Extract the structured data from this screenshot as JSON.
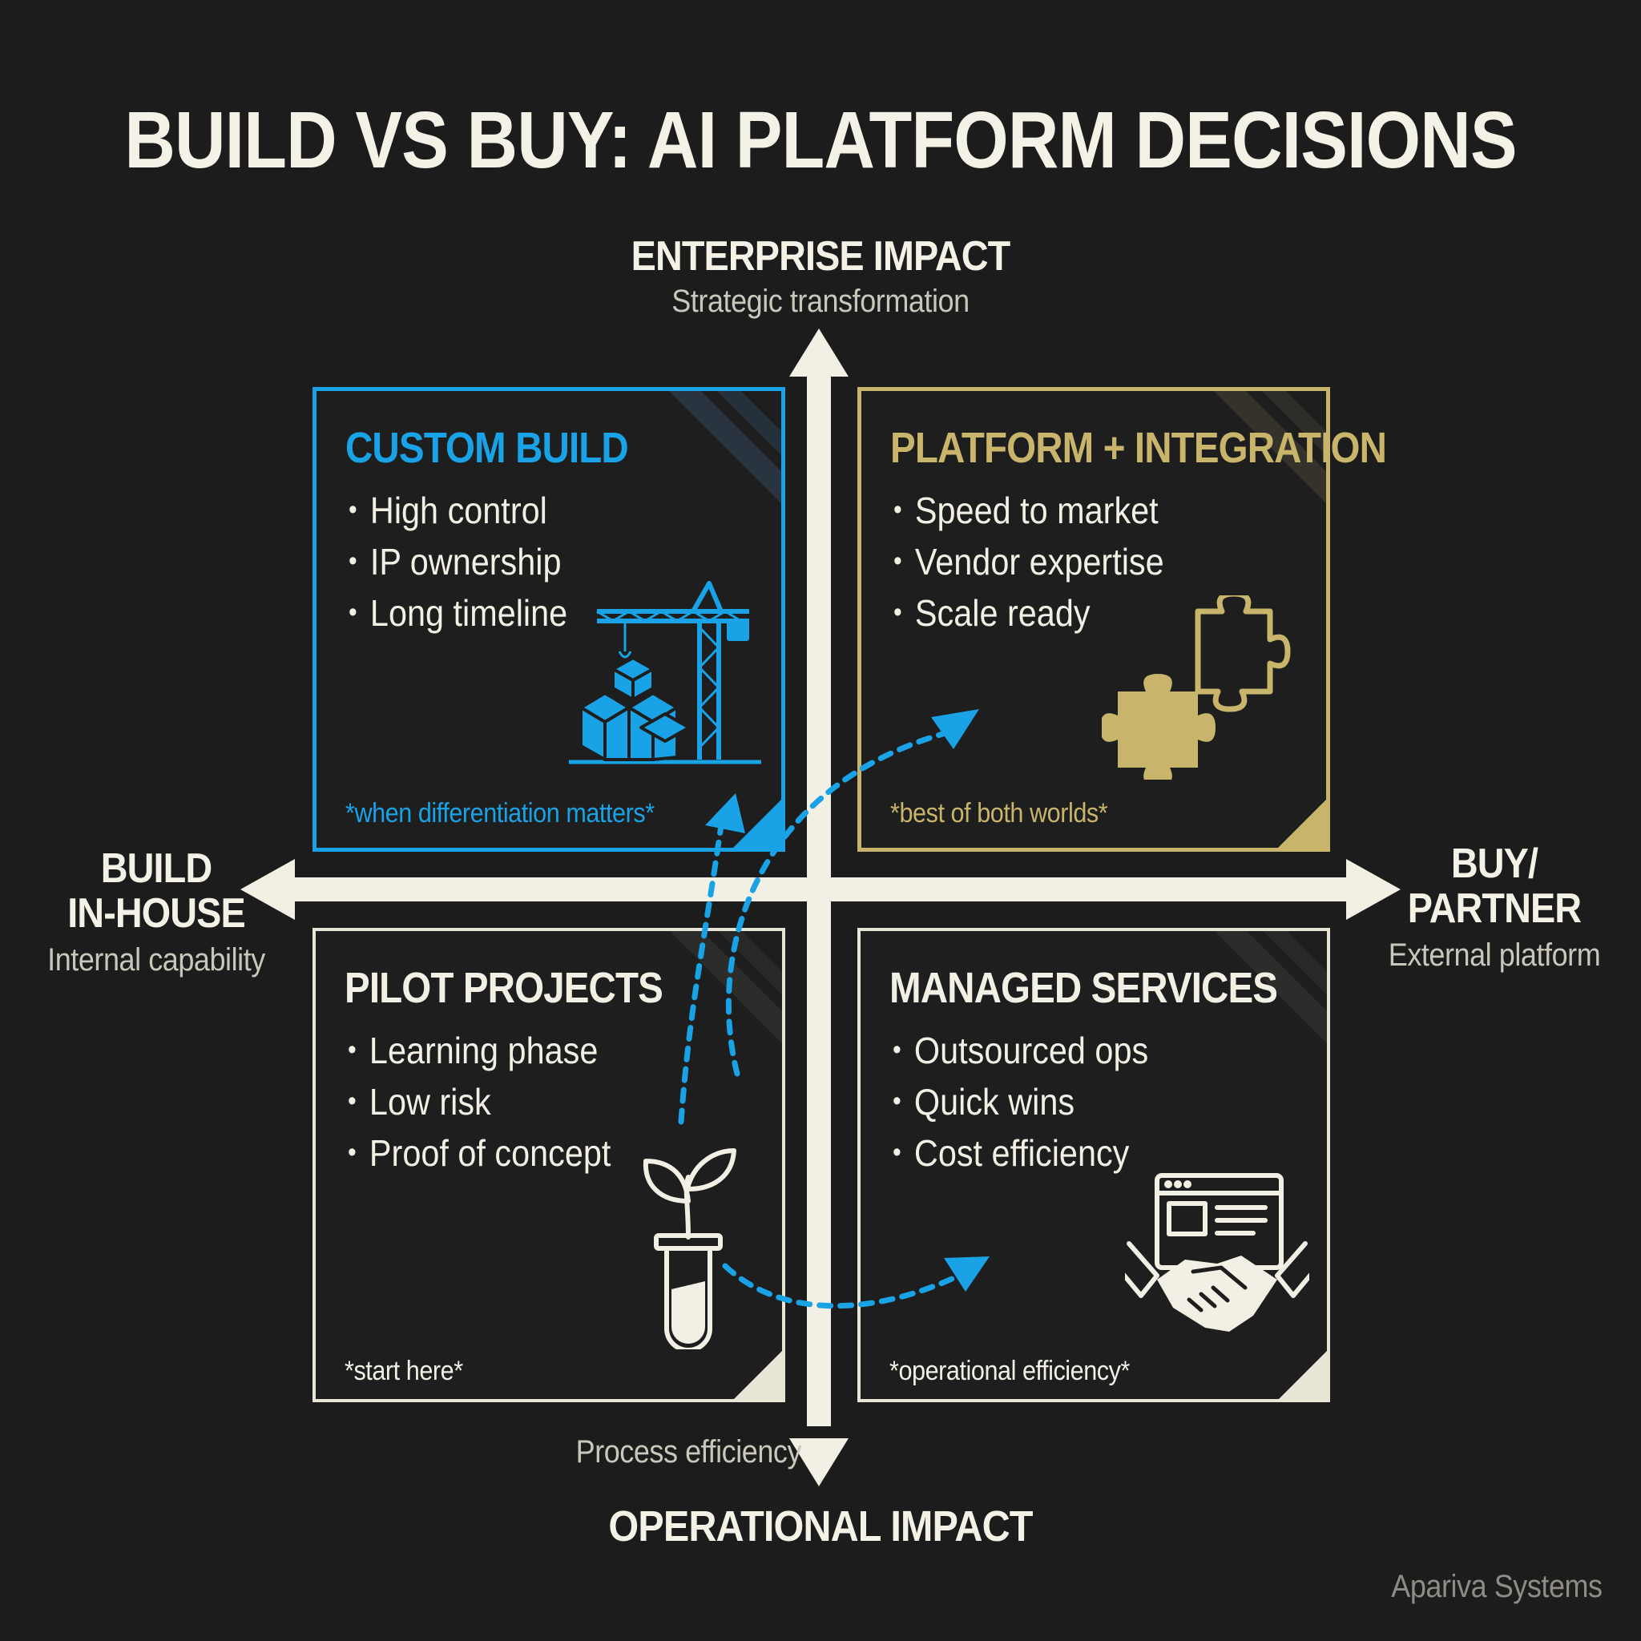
{
  "title": "BUILD VS BUY: AI PLATFORM DECISIONS",
  "axes": {
    "top": {
      "label": "ENTERPRISE IMPACT",
      "sublabel": "Strategic transformation"
    },
    "bottom": {
      "label": "OPERATIONAL IMPACT",
      "sublabel": "Process efficiency"
    },
    "left": {
      "label_line1": "BUILD",
      "label_line2": "IN-HOUSE",
      "sublabel": "Internal capability"
    },
    "right": {
      "label_line1": "BUY/",
      "label_line2": "PARTNER",
      "sublabel": "External platform"
    }
  },
  "quadrants": {
    "custom_build": {
      "title": "CUSTOM BUILD",
      "items": [
        "High control",
        "IP ownership",
        "Long timeline"
      ],
      "note": "*when differentiation matters*",
      "icon": "crane-building-icon",
      "color": "#19a3e6"
    },
    "platform_integration": {
      "title": "PLATFORM + INTEGRATION",
      "items": [
        "Speed to market",
        "Vendor expertise",
        "Scale ready"
      ],
      "note": "*best of both worlds*",
      "icon": "puzzle-icon",
      "color": "#c8b46a"
    },
    "pilot_projects": {
      "title": "PILOT PROJECTS",
      "items": [
        "Learning phase",
        "Low risk",
        "Proof of concept"
      ],
      "note": "*start here*",
      "icon": "sprout-test-tube-icon",
      "color": "#e8e4d6"
    },
    "managed_services": {
      "title": "MANAGED SERVICES",
      "items": [
        "Outsourced ops",
        "Quick wins",
        "Cost efficiency"
      ],
      "note": "*operational efficiency*",
      "icon": "handshake-browser-icon",
      "color": "#e8e4d6"
    }
  },
  "footer": "Apariva Systems",
  "colors": {
    "background": "#1c1c1c",
    "axis": "#f2efe4",
    "accent_blue": "#19a3e6",
    "accent_gold": "#c8b46a"
  }
}
